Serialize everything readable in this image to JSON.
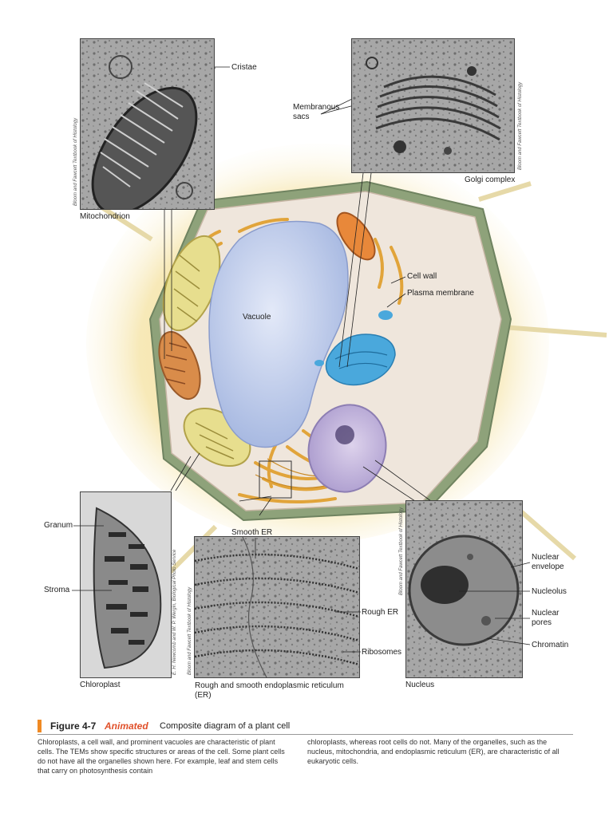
{
  "labels": {
    "cristae": "Cristae",
    "membranous_sacs": "Membranous sacs",
    "mitochondrion": "Mitochondrion",
    "golgi_complex": "Golgi complex",
    "cell_wall": "Cell wall",
    "plasma_membrane": "Plasma membrane",
    "vacuole": "Vacuole",
    "granum": "Granum",
    "stroma": "Stroma",
    "chloroplast": "Chloroplast",
    "smooth_er": "Smooth ER",
    "rough_er": "Rough ER",
    "ribosomes": "Ribosomes",
    "rough_smooth_er": "Rough and smooth endoplasmic reticulum (ER)",
    "nucleus": "Nucleus",
    "nuclear_envelope": "Nuclear envelope",
    "nucleolus": "Nucleolus",
    "nuclear_pores": "Nuclear pores",
    "chromatin": "Chromatin"
  },
  "credits": {
    "bloom_fawcett": "Bloom and Fawcett Textbook of Histology",
    "newcomb": "E. H. Newcomb and W. P. Wergin, Biological Photo Service"
  },
  "caption": {
    "figure_number": "Figure 4-7",
    "animated": "Animated",
    "title": "Composite diagram of a plant cell",
    "text_left": "Chloroplasts, a cell wall, and prominent vacuoles are characteristic of plant cells. The TEMs show specific structures or areas of the cell. Some plant cells do not have all the organelles shown here. For example, leaf and stem cells that carry on photosynthesis contain",
    "text_right": "chloroplasts, whereas root cells do not. Many of the organelles, such as the nucleus, mitochondria, and endoplasmic reticulum (ER), are characteristic of all eukaryotic cells."
  },
  "colors": {
    "accent_bar": "#f08a24",
    "animated": "#e0502a",
    "cell_wall": "#8ea27a",
    "cytoplasm": "#efe6dc",
    "vacuole": "#c3d0ee",
    "golgi": "#4aa8dc",
    "er": "#e9b24a",
    "nucleus": "#cdbfe0",
    "chloroplast": "#e7de8e"
  }
}
